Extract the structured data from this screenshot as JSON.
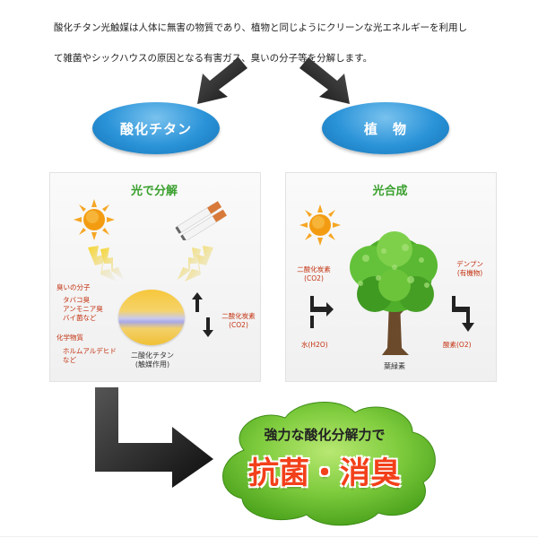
{
  "intro": {
    "line1": "酸化チタン光触媒は人体に無害の物質であり、植物と同じようにクリーンな光エネルギーを利用し",
    "line2": "て雑菌やシックハウスの原因となる有害ガス、臭いの分子等を分解します。"
  },
  "left_oval": {
    "label": "酸化チタン"
  },
  "right_oval": {
    "label": "植　物"
  },
  "left_panel": {
    "title": "光で分解",
    "odor_title": "臭いの分子",
    "odor_items": "タバコ臭\nアンモニア臭\nバイ菌など",
    "chem_title": "化学物質",
    "chem_items": "ホルムアルデヒド\nなど",
    "co2_label": "二酸化炭素\n(CO2)",
    "catalyst_label": "二酸化チタン\n(触媒作用)"
  },
  "right_panel": {
    "title": "光合成",
    "co2_label": "二酸化炭素\n(CO2)",
    "water_label": "水(H2O)",
    "starch_label": "デンプン\n(有機物)",
    "oxygen_label": "酸素(O2)",
    "chlorophyll_label": "葉緑素"
  },
  "banner": {
    "line1": "強力な酸化分解力で",
    "line2": "抗菌・消臭"
  },
  "colors": {
    "oval_blue": "#2a93d8",
    "panel_title_green": "#3aa02e",
    "label_red": "#c2300e",
    "banner_green": "#6cc43a",
    "banner_text_orange": "#f2401a"
  },
  "icons": [
    "down-left-arrow-icon",
    "down-right-arrow-icon",
    "sun-icon",
    "cigarette-icon",
    "lightning-icon",
    "up-down-arrows-icon",
    "tree-icon",
    "bent-arrow-icon"
  ]
}
